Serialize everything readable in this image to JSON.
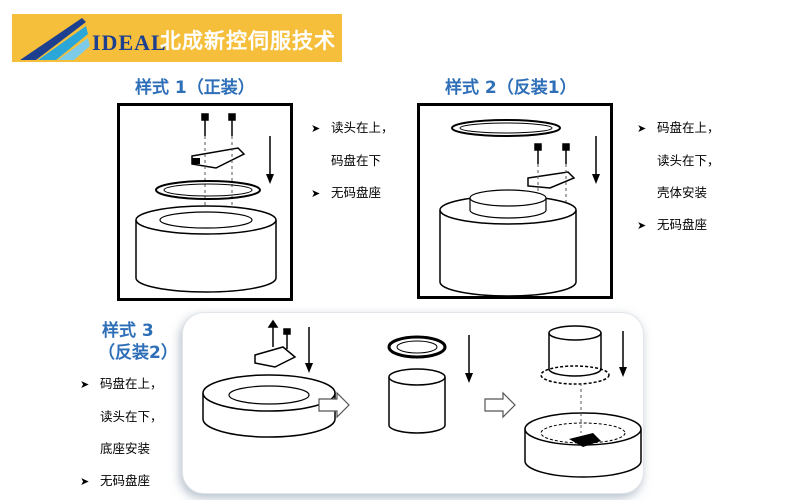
{
  "header": {
    "brand": "IDEAL",
    "company": "北成新控伺服技术"
  },
  "colors": {
    "banner": "#f6bf3b",
    "title_blue": "#2e6fb8",
    "logo_blue": "#1d3f8f",
    "logo_cyan": "#2aa7d8"
  },
  "style1": {
    "title": "样式 1（正装）",
    "notes": [
      "读头在上，",
      "码盘在下",
      "无码盘座"
    ]
  },
  "style2": {
    "title": "样式 2（反装1）",
    "notes": [
      "码盘在上，",
      "读头在下，",
      "壳体安装",
      "无码盘座"
    ]
  },
  "style3": {
    "title_line1": "样式 3",
    "title_line2": "（反装2）",
    "notes": [
      "码盘在上，",
      "读头在下，",
      "底座安装",
      "无码盘座"
    ]
  },
  "icons": {
    "bullet": "arrowhead-bullet-icon",
    "step": "hollow-arrow-icon"
  }
}
